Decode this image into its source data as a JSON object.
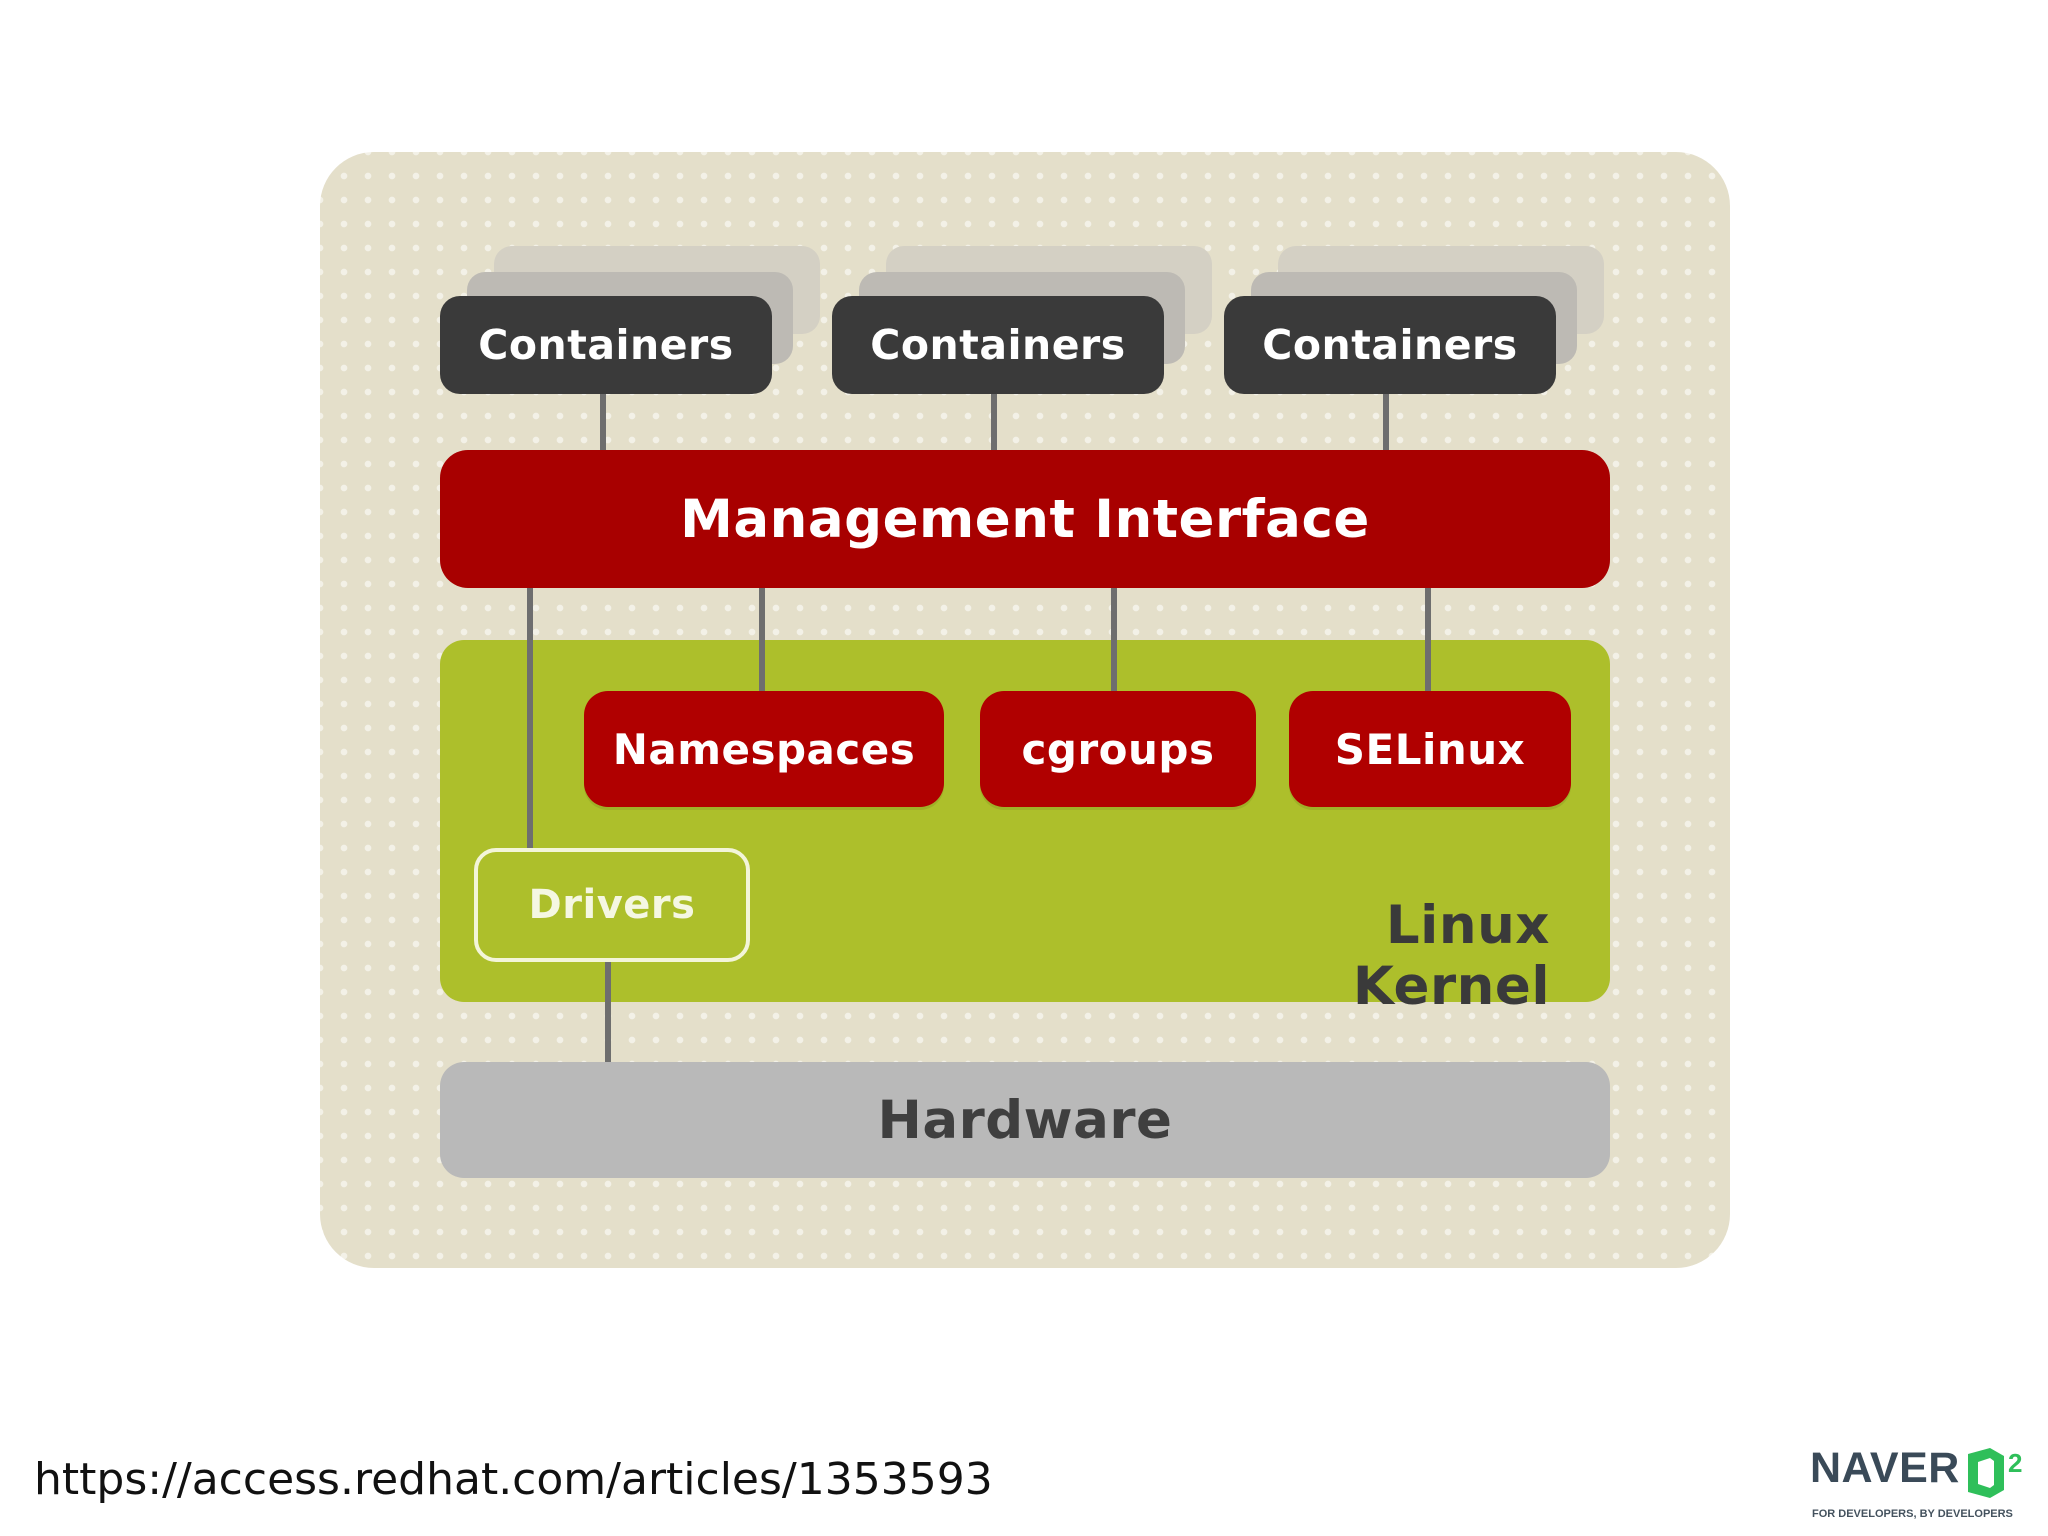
{
  "diagram": {
    "containers": [
      {
        "label": "Containers"
      },
      {
        "label": "Containers"
      },
      {
        "label": "Containers"
      }
    ],
    "management_interface": "Management Interface",
    "kernel": {
      "label": "Linux Kernel",
      "features": [
        {
          "label": "Namespaces"
        },
        {
          "label": "cgroups"
        },
        {
          "label": "SELinux"
        }
      ],
      "drivers": "Drivers"
    },
    "hardware": "Hardware"
  },
  "footer": {
    "source_url": "https://access.redhat.com/articles/1353593"
  },
  "logo": {
    "wordmark": "NAVER",
    "tagline": "FOR DEVELOPERS, BY DEVELOPERS"
  },
  "colors": {
    "panel_bg": "#e4dfca",
    "container_box": "#3a3a3a",
    "management": "#a80000",
    "kernel": "#adbf2b",
    "feature": "#b00000",
    "hardware": "#b9b9b9",
    "logo_green": "#2fbf5a",
    "logo_navy": "#3a4a58"
  }
}
